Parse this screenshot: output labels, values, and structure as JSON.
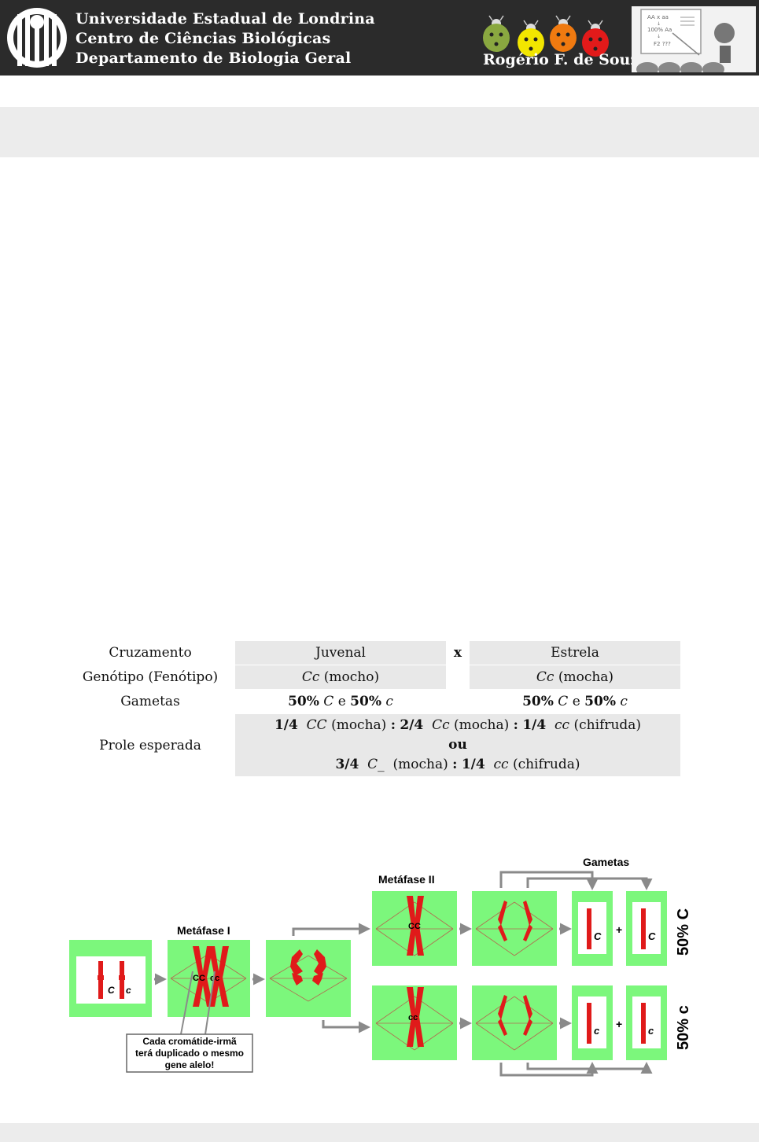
{
  "header": {
    "university_lines": [
      "Universidade Estadual de Londrina",
      "Centro de Ciências Biológicas",
      "Departamento de Biologia Geral"
    ],
    "author": "Rogério F. de Souza",
    "board_text": [
      "AA x aa",
      "↓",
      "100% Aa",
      "↓",
      "F2 ???"
    ],
    "colors": {
      "header_bg": "#2b2b2b",
      "ladybugs": [
        "#8aa840",
        "#f2e600",
        "#f07a10",
        "#e21a1a"
      ]
    }
  },
  "table": {
    "row1": {
      "label": "Cruzamento",
      "parent1": "Juvenal",
      "cross": "x",
      "parent2": "Estrela"
    },
    "row2": {
      "label": "Genótipo (Fenótipo)",
      "p1_geno": "Cc",
      "p1_pheno": "(mocho)",
      "p2_geno": "Cc",
      "p2_pheno": "(mocha)"
    },
    "row3": {
      "label": "Gametas",
      "pct1": "50%",
      "allele1": "C",
      "conj": "e",
      "pct2": "50%",
      "allele2": "c"
    },
    "row4": {
      "label": "Prole esperada",
      "line1": {
        "f1": "1/4",
        "g1": "CC",
        "p1": "(mocha)",
        "sep1": ":",
        "f2": "2/4",
        "g2": "Cc",
        "p2": "(mocha)",
        "sep2": ":",
        "f3": "1/4",
        "g3": "cc",
        "p3": "(chifruda)"
      },
      "or": "ou",
      "line2": {
        "f1": "3/4",
        "g1": "C_",
        "p1": "(mocha)",
        "sep": ":",
        "f2": "1/4",
        "g2": "cc",
        "p2": "(chifruda)"
      }
    }
  },
  "diagram": {
    "label_gametas": "Gametas",
    "label_metafase2": "Metáfase II",
    "label_metafase1": "Metáfase I",
    "allele_C": "C",
    "allele_c": "c",
    "allele_pair_C": "CC",
    "allele_pair_c": "cc",
    "plus": "+",
    "result_C": "50% C",
    "result_c": "50% c",
    "note": [
      "Cada cromátide-irmã",
      "terá duplicado o mesmo",
      "gene alelo!"
    ],
    "colors": {
      "cell": "#7cf77c",
      "chromosome": "#e01a1a",
      "arrow": "#8a8a8a",
      "spindle": "#b36a50"
    }
  }
}
